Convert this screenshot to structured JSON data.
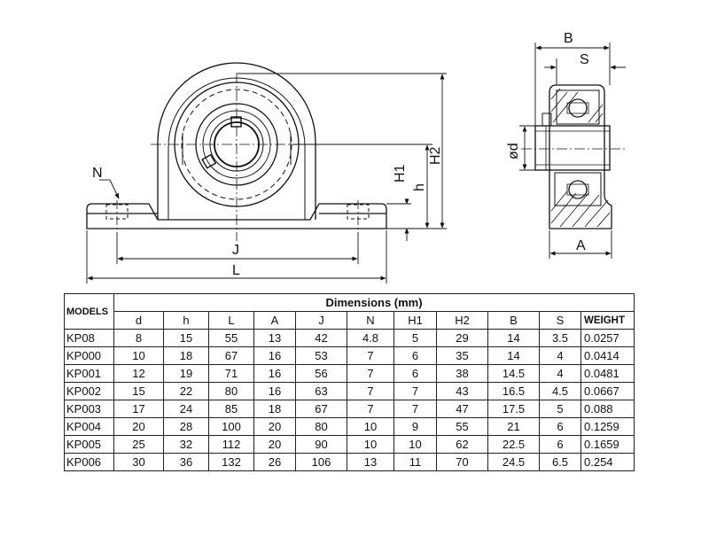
{
  "drawing": {
    "front_view_labels": {
      "N": "N",
      "J": "J",
      "L": "L",
      "H1": "H1",
      "h": "h",
      "H2": "H2"
    },
    "side_view_labels": {
      "B": "B",
      "S": "S",
      "d": "ød",
      "A": "A"
    }
  },
  "table": {
    "models_header": "MODELS",
    "title": "Dimensions  (mm)",
    "columns": [
      "d",
      "h",
      "L",
      "A",
      "J",
      "N",
      "H1",
      "H2",
      "B",
      "S"
    ],
    "weight_header": "WEIGHT",
    "rows": [
      {
        "model": "KP08",
        "values": [
          "8",
          "15",
          "55",
          "13",
          "42",
          "4.8",
          "5",
          "29",
          "14",
          "3.5"
        ],
        "weight": "0.0257"
      },
      {
        "model": "KP000",
        "values": [
          "10",
          "18",
          "67",
          "16",
          "53",
          "7",
          "6",
          "35",
          "14",
          "4"
        ],
        "weight": "0.0414"
      },
      {
        "model": "KP001",
        "values": [
          "12",
          "19",
          "71",
          "16",
          "56",
          "7",
          "6",
          "38",
          "14.5",
          "4"
        ],
        "weight": "0.0481"
      },
      {
        "model": "KP002",
        "values": [
          "15",
          "22",
          "80",
          "16",
          "63",
          "7",
          "7",
          "43",
          "16.5",
          "4.5"
        ],
        "weight": "0.0667"
      },
      {
        "model": "KP003",
        "values": [
          "17",
          "24",
          "85",
          "18",
          "67",
          "7",
          "7",
          "47",
          "17.5",
          "5"
        ],
        "weight": "0.088"
      },
      {
        "model": "KP004",
        "values": [
          "20",
          "28",
          "100",
          "20",
          "80",
          "10",
          "9",
          "55",
          "21",
          "6"
        ],
        "weight": "0.1259"
      },
      {
        "model": "KP005",
        "values": [
          "25",
          "32",
          "112",
          "20",
          "90",
          "10",
          "10",
          "62",
          "22.5",
          "6"
        ],
        "weight": "0.1659"
      },
      {
        "model": "KP006",
        "values": [
          "30",
          "36",
          "132",
          "26",
          "106",
          "13",
          "11",
          "70",
          "24.5",
          "6.5"
        ],
        "weight": "0.254"
      }
    ]
  }
}
